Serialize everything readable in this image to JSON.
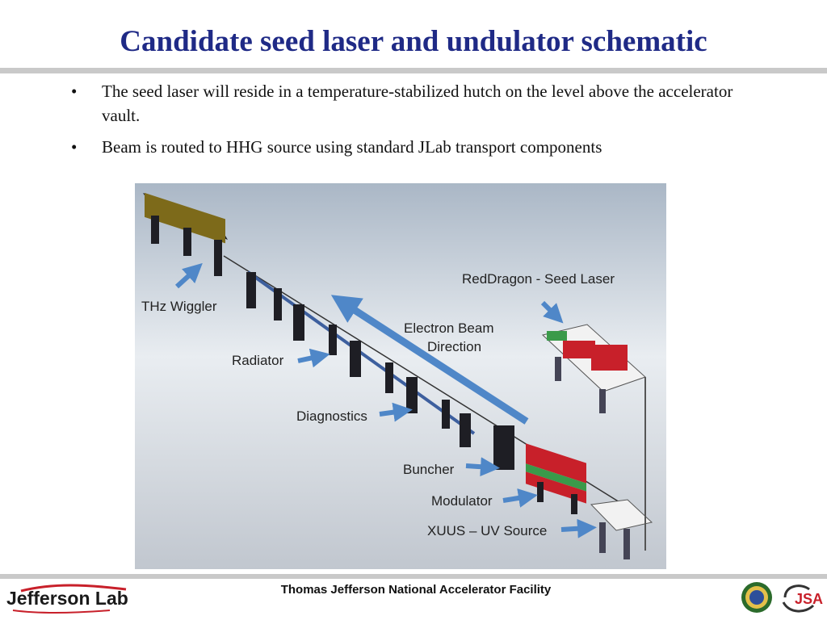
{
  "slide": {
    "title": "Candidate seed laser and undulator schematic",
    "bullets": [
      {
        "marker": "•",
        "text": "The seed laser will reside in a temperature-stabilized hutch on the level above the accelerator vault."
      },
      {
        "marker": "•",
        "text": "Beam is routed to HHG source using standard JLab transport components"
      }
    ]
  },
  "figure": {
    "labels": {
      "thz_wiggler": "THz Wiggler",
      "radiator": "Radiator",
      "diagnostics": "Diagnostics",
      "buncher": "Buncher",
      "modulator": "Modulator",
      "xuus": "XUUS – UV Source",
      "reddragon": "RedDragon - Seed Laser",
      "electron_beam_1": "Electron Beam",
      "electron_beam_2": "Direction"
    },
    "colors": {
      "arrow": "#4f87c8",
      "magnet_red": "#c8202a",
      "magnet_green": "#3a9a4a",
      "frame_dark": "#1e1e24",
      "beamline_blue": "#3d5f9e"
    }
  },
  "footer": {
    "facility": "Thomas Jefferson National Accelerator Facility",
    "logo_left": "Jefferson Lab",
    "logo_right": "JSA"
  }
}
